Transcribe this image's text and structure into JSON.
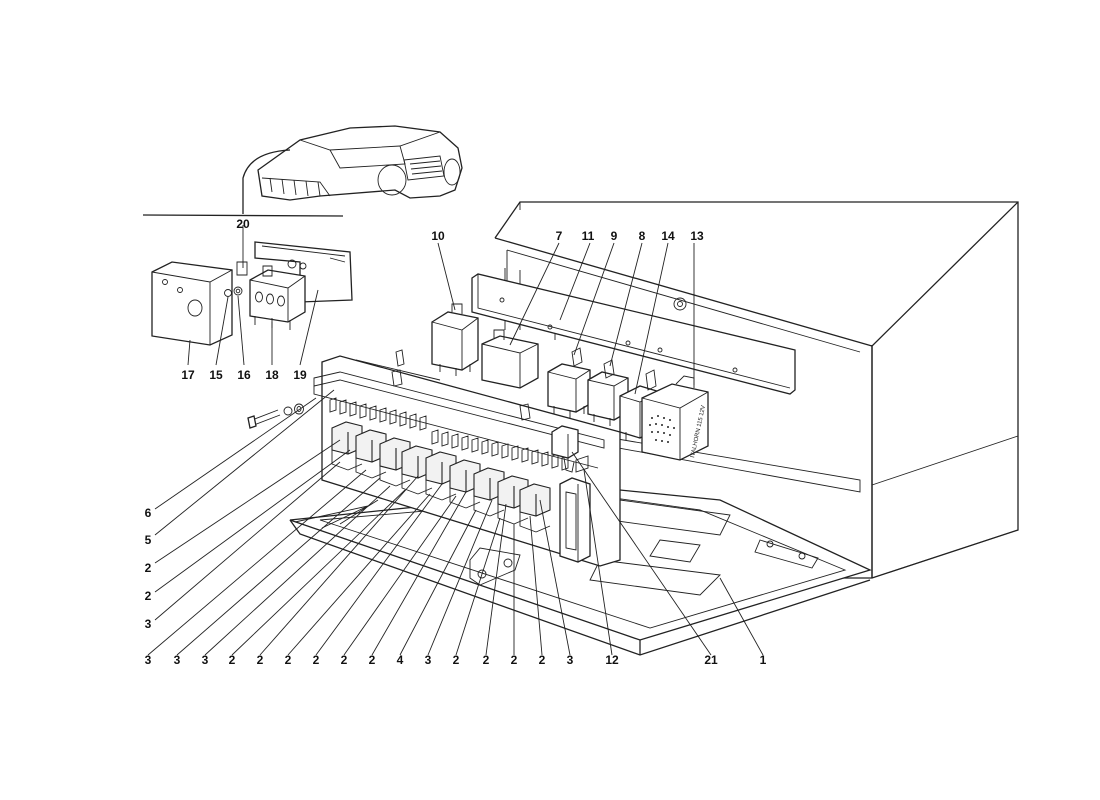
{
  "diagram": {
    "callouts": [
      {
        "id": "c20",
        "text": "20"
      },
      {
        "id": "c17",
        "text": "17"
      },
      {
        "id": "c15",
        "text": "15"
      },
      {
        "id": "c16",
        "text": "16"
      },
      {
        "id": "c18",
        "text": "18"
      },
      {
        "id": "c19",
        "text": "19"
      },
      {
        "id": "c10",
        "text": "10"
      },
      {
        "id": "c7",
        "text": "7"
      },
      {
        "id": "c11",
        "text": "11"
      },
      {
        "id": "c9",
        "text": "9"
      },
      {
        "id": "c8",
        "text": "8"
      },
      {
        "id": "c14",
        "text": "14"
      },
      {
        "id": "c13",
        "text": "13"
      },
      {
        "id": "c6",
        "text": "6"
      },
      {
        "id": "c5",
        "text": "5"
      },
      {
        "id": "c2a",
        "text": "2"
      },
      {
        "id": "c2b",
        "text": "2"
      },
      {
        "id": "c3a",
        "text": "3"
      },
      {
        "id": "b1",
        "text": "3"
      },
      {
        "id": "b2",
        "text": "3"
      },
      {
        "id": "b3",
        "text": "3"
      },
      {
        "id": "b4",
        "text": "2"
      },
      {
        "id": "b5",
        "text": "2"
      },
      {
        "id": "b6",
        "text": "2"
      },
      {
        "id": "b7",
        "text": "2"
      },
      {
        "id": "b8",
        "text": "2"
      },
      {
        "id": "b9",
        "text": "4"
      },
      {
        "id": "b10",
        "text": "3"
      },
      {
        "id": "b11",
        "text": "2"
      },
      {
        "id": "b12",
        "text": "2"
      },
      {
        "id": "b13",
        "text": "2"
      },
      {
        "id": "b14",
        "text": "2"
      },
      {
        "id": "b15",
        "text": "3"
      },
      {
        "id": "c12",
        "text": "12"
      },
      {
        "id": "c21",
        "text": "21"
      },
      {
        "id": "c1",
        "text": "1"
      }
    ],
    "horn_print": "ITALHORN 115 12V"
  }
}
